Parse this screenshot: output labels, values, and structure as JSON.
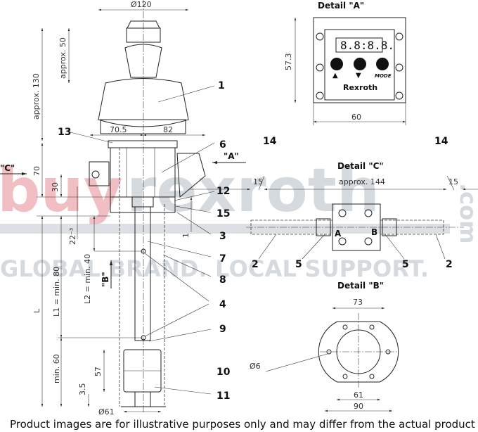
{
  "main_view": {
    "dims": {
      "d120": "Ø120",
      "approx130": "approx. 130",
      "approx50": "approx. 50",
      "d705": "70.5",
      "d82": "82",
      "d70": "70",
      "d30": "30",
      "d22": "22⁻³",
      "d1": "1",
      "L1": "L1 = min. 80",
      "L2": "L2 = min. 40",
      "L": "L",
      "min60": "min. 60",
      "d57": "57",
      "d35": "3.5",
      "d61": "Ø61"
    },
    "views": {
      "A": "\"A\"",
      "B": "\"B\"",
      "C": "\"C\""
    },
    "callouts": [
      "1",
      "13",
      "6",
      "12",
      "15",
      "3",
      "7",
      "8",
      "4",
      "9",
      "10",
      "11"
    ]
  },
  "detail_a": {
    "title": "Detail \"A\"",
    "display": "8.8:8.8.",
    "up": "▲",
    "down": "▼",
    "mode": "MODE",
    "brand": "Rexroth",
    "height": "57.3",
    "width": "60"
  },
  "detail_c": {
    "title": "Detail \"C\"",
    "length": "approx. 144",
    "left_end": "15",
    "right_end": "15",
    "port_a": "A",
    "port_b": "B",
    "callouts": {
      "c14l": "14",
      "c14r": "14",
      "c2l": "2",
      "c5l": "5",
      "c5r": "5",
      "c2r": "2"
    }
  },
  "detail_b": {
    "title": "Detail \"B\"",
    "d73": "73",
    "d6": "Ø6",
    "d61": "61",
    "d90": "90"
  },
  "watermark": {
    "word1": "buy",
    "word2": "rexroth",
    "tld": ".com",
    "slogan": "GLOBAL BRAND. LOCAL SUPPORT."
  },
  "disclaimer": "Product images are for illustrative purposes only and may differ from the actual product"
}
